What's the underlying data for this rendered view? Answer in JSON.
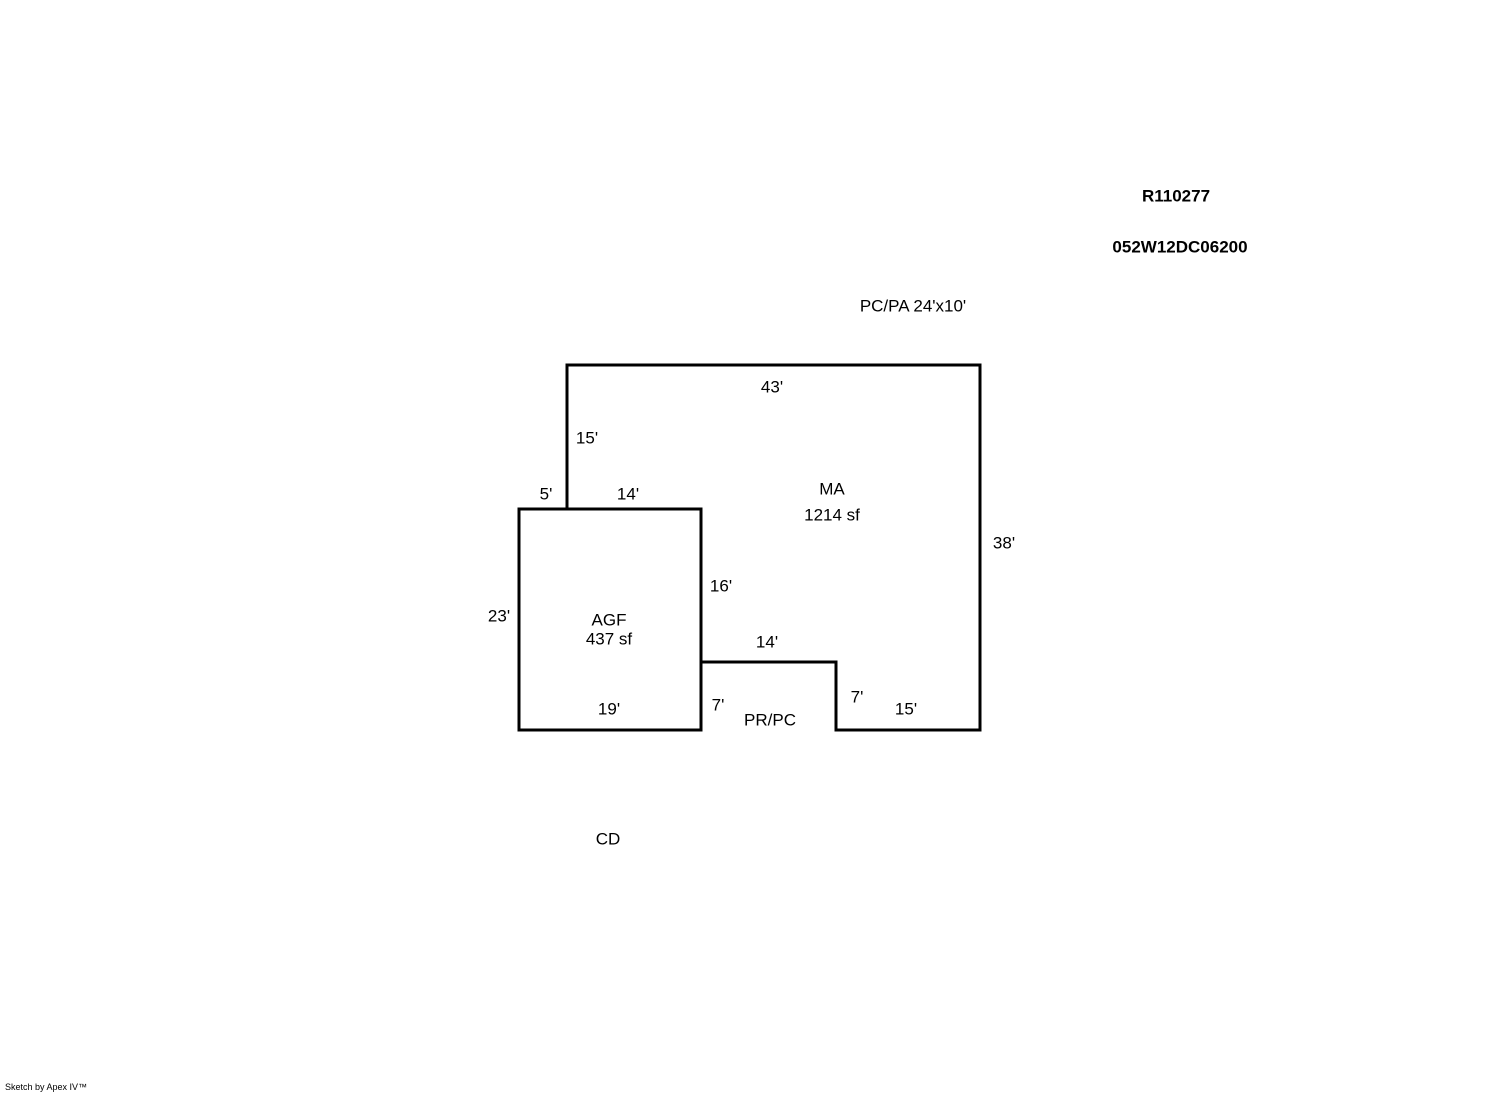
{
  "header": {
    "parcel_id": "R110277",
    "map_number": "052W12DC06200"
  },
  "labels": {
    "porch_label": "PC/PA 24'x10'",
    "ma_name": "MA",
    "ma_area": "1214 sf",
    "agf_name": "AGF",
    "agf_area": "437 sf",
    "pr_pc": "PR/PC",
    "cd": "CD"
  },
  "dimensions": {
    "top": "43'",
    "left_upper": "15'",
    "step_5": "5'",
    "agf_top": "14'",
    "right": "38'",
    "agf_right": "16'",
    "agf_left": "23'",
    "notch_top": "14'",
    "notch_left": "7'",
    "notch_right": "7'",
    "agf_bottom": "19'",
    "bottom_right": "15'"
  },
  "footer": {
    "credit": "Sketch by Apex IV™"
  }
}
